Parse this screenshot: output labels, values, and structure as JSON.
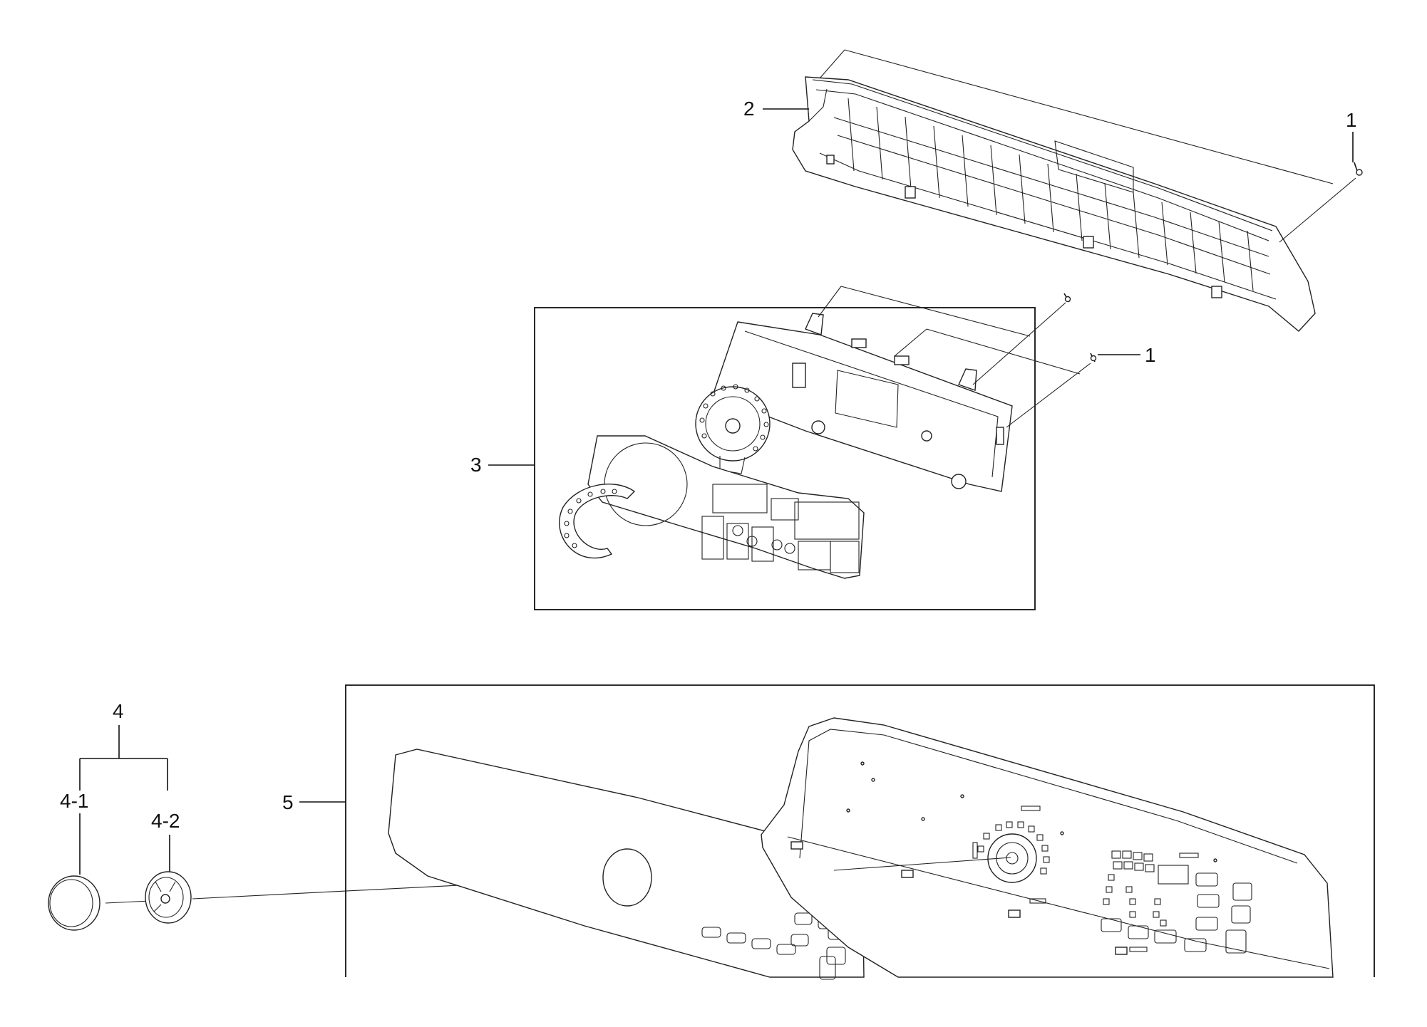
{
  "callouts": {
    "screw_top": "1",
    "frame": "2",
    "pcb_box": "3",
    "screw_mid": "1",
    "knob_assy": "4",
    "knob": "4-1",
    "knob_base": "4-2",
    "panel_box": "5"
  }
}
